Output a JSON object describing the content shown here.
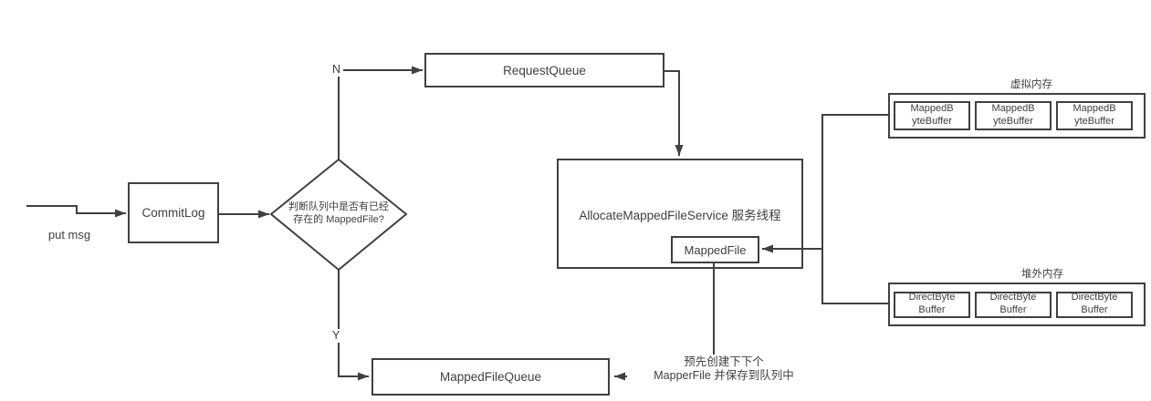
{
  "diagram": {
    "background": "#ffffff",
    "line_color": "#404040",
    "text_color": "#404040",
    "put_msg": "put msg",
    "commit_log": "CommitLog",
    "decision": {
      "line1": "判断队列中是否有已经",
      "line2": "存在的 MappedFile?"
    },
    "branch_no": "N",
    "branch_yes": "Y",
    "request_queue": "RequestQueue",
    "allocate_service": "AllocateMappedFileService 服务线程",
    "mapped_file": "MappedFile",
    "mapped_file_queue": "MappedFileQueue",
    "annotation": {
      "line1": "预先创建下下个",
      "line2": "MapperFile 并保存到队列中"
    },
    "virtual_memory": {
      "label": "虚拟内存",
      "buffers": [
        "MappedByteBuffer",
        "MappedByteBuffer",
        "MappedByteBuffer"
      ]
    },
    "offheap_memory": {
      "label": "堆外内存",
      "buffers": [
        "DirectByteBuffer",
        "DirectByteBuffer",
        "DirectByteBuffer"
      ]
    }
  }
}
